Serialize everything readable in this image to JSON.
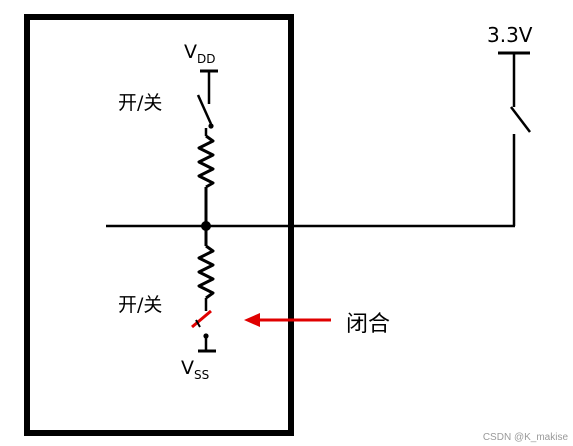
{
  "labels": {
    "vdd_main": "V",
    "vdd_sub": "DD",
    "vss_main": "V",
    "vss_sub": "SS",
    "switch_top": "开/关",
    "switch_bottom": "开/关",
    "supply": "3.3V",
    "closed": "闭合",
    "watermark": "CSDN @K_makise"
  },
  "colors": {
    "line": "#000000",
    "highlight": "#e00000"
  }
}
